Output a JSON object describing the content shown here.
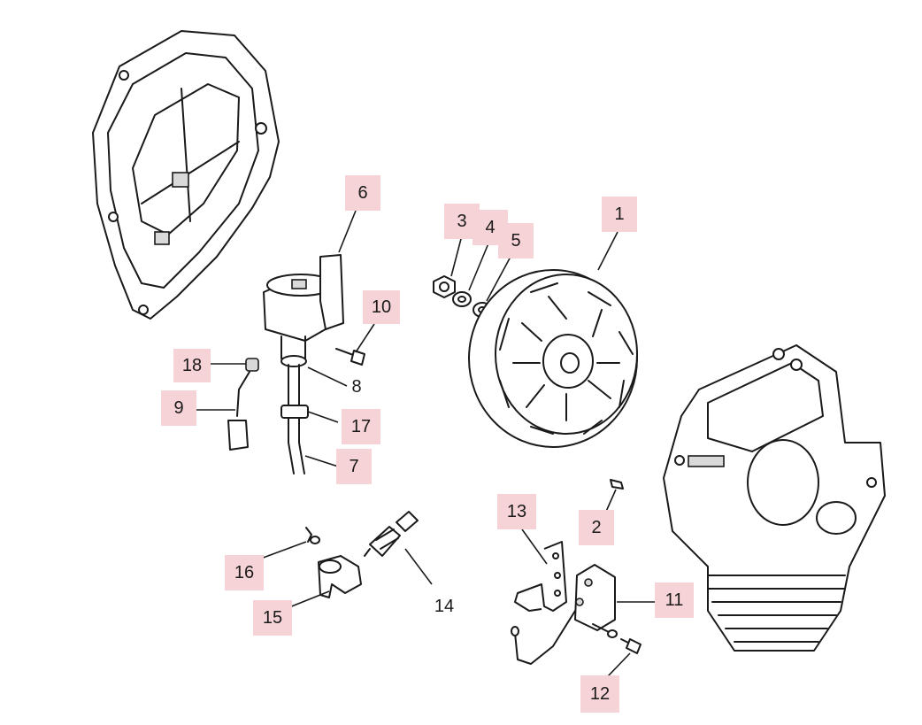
{
  "callouts": [
    {
      "id": "1",
      "label": "1",
      "highlighted": true
    },
    {
      "id": "2",
      "label": "2",
      "highlighted": true
    },
    {
      "id": "3",
      "label": "3",
      "highlighted": true
    },
    {
      "id": "4",
      "label": "4",
      "highlighted": true
    },
    {
      "id": "5",
      "label": "5",
      "highlighted": true
    },
    {
      "id": "6",
      "label": "6",
      "highlighted": true
    },
    {
      "id": "7",
      "label": "7",
      "highlighted": true
    },
    {
      "id": "8",
      "label": "8",
      "highlighted": false
    },
    {
      "id": "9",
      "label": "9",
      "highlighted": true
    },
    {
      "id": "10",
      "label": "10",
      "highlighted": true
    },
    {
      "id": "11",
      "label": "11",
      "highlighted": true
    },
    {
      "id": "12",
      "label": "12",
      "highlighted": true
    },
    {
      "id": "13",
      "label": "13",
      "highlighted": true
    },
    {
      "id": "14",
      "label": "14",
      "highlighted": false
    },
    {
      "id": "15",
      "label": "15",
      "highlighted": true
    },
    {
      "id": "16",
      "label": "16",
      "highlighted": true
    },
    {
      "id": "17",
      "label": "17",
      "highlighted": true
    },
    {
      "id": "18",
      "label": "18",
      "highlighted": true
    }
  ],
  "colors": {
    "callout_highlight": "#f6d3d6",
    "ink": "#1a1a1a"
  }
}
